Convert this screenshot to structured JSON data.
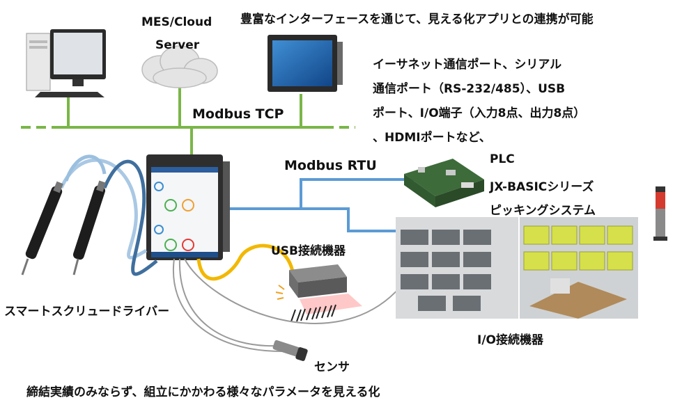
{
  "header_text": "豊富なインターフェースを通じて、見える化アプリとの連携が可能",
  "mes_label_line1": "MES/Cloud",
  "mes_label_line2": "Server",
  "modbus_tcp_label": "Modbus TCP",
  "interfaces_text": {
    "line1": "イーサネット通信ポート、シリアル",
    "line2": "通信ポート（RS-232/485）、USB",
    "line3": "ポート、I/O端子（入力8点、出力8点）",
    "line4": "、HDMIポートなど、"
  },
  "modbus_rtu_label": "Modbus RTU",
  "plc_text": {
    "line1": "PLC",
    "line2": "JX-BASICシリーズ",
    "line3": "ピッキングシステム"
  },
  "usb_label": "USB接続機器",
  "io_label": "I/O接続機器",
  "sensor_label": "センサ",
  "screwdriver_label": "スマートスクリュードライバー",
  "footer_text": "締結実績のみならず、組立にかかわる様々なパラメータを見える化",
  "colors": {
    "ethernet_line": "#7ab648",
    "rtu_line": "#5b9bd5",
    "usb_cable": "#f2b800",
    "sensor_cable": "#999999",
    "screwdriver_cable": "#4a7fb0"
  }
}
